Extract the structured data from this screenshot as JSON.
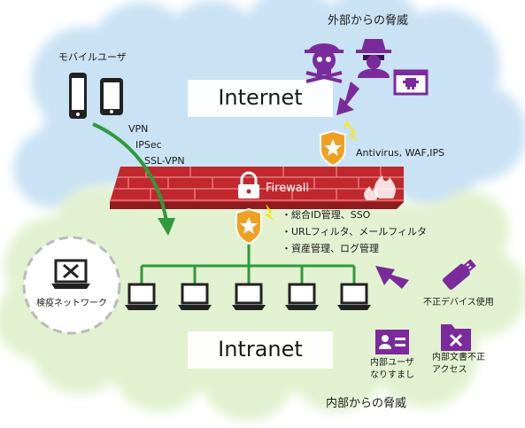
{
  "labels": {
    "external_threats": "外部からの脅威",
    "internal_threats": "内部からの脅威",
    "mobile_user": "モバイルユーザ",
    "internet": "Internet",
    "intranet": "Intranet",
    "firewall": "Firewall",
    "vpn_methods": [
      "VPN",
      "IPSec",
      "SSL-VPN"
    ],
    "antivirus": "Antivirus, WAF,IPS",
    "management_items": [
      "・総合ID管理、SSO",
      "・URLフィルタ、メールフィルタ",
      "・資産管理、ログ管理"
    ],
    "quarantine_network": "検疫ネットワーク",
    "unauthorized_device": "不正デバイス使用",
    "insider_spoofing": [
      "内部ユーザ",
      "なりすまし"
    ],
    "unauthorized_doc_access": [
      "内部文書不正",
      "アクセス"
    ]
  },
  "colors": {
    "internet_cloud": "#c9e2f4",
    "intranet_cloud": "#e2f1cf",
    "firewall_red": "#c0282d",
    "brick_line": "#e8797b",
    "green_line": "#2e9a3c",
    "threat_purple": "#7b2a9c",
    "shield_orange": "#f0a020"
  },
  "icons": [
    "smartphone-icon",
    "pirate-skull-icon",
    "spy-icon",
    "virus-window-icon",
    "shield-star-icon",
    "padlock-icon",
    "flame-icon",
    "laptop-icon",
    "usb-drive-icon",
    "id-card-icon",
    "folder-x-icon",
    "lightning-icon"
  ]
}
